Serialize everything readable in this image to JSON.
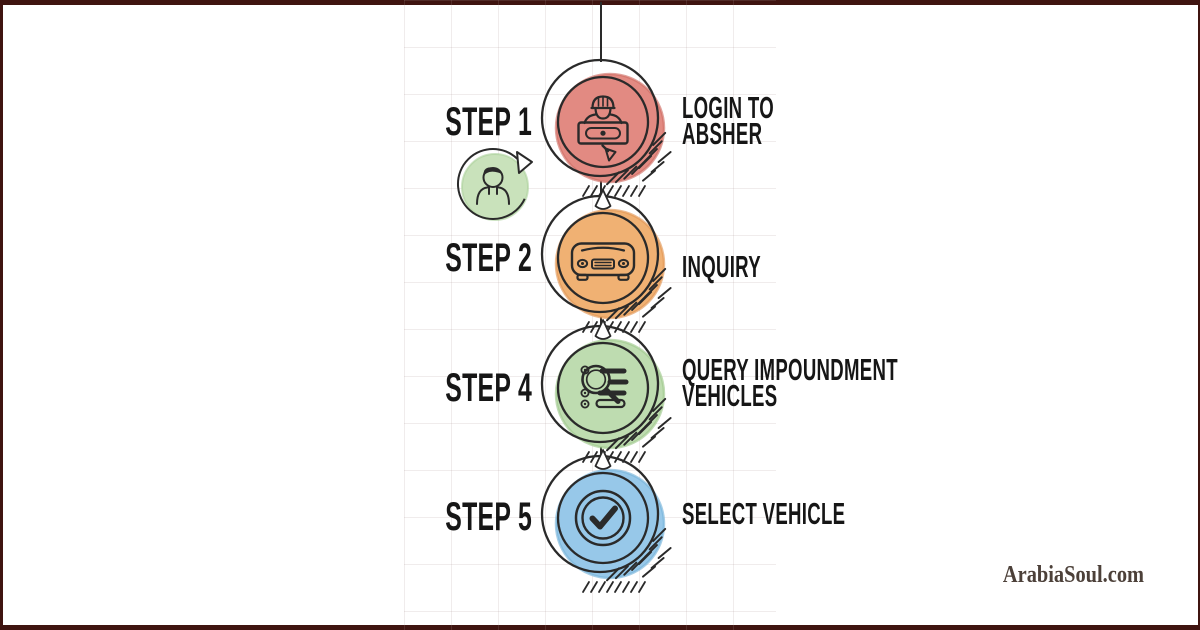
{
  "page": {
    "background": "#ffffff",
    "frame_color": "#3f1410",
    "ink_color": "#2a2a2a",
    "text_color": "#161616",
    "watermark": "ArabiaSoul.com",
    "watermark_color": "#4c4039"
  },
  "steps": [
    {
      "label": "STEP 1",
      "title_lines": [
        "LOGIN TO",
        "ABSHER"
      ],
      "color": "#e28a82",
      "edge": "#cf6e66",
      "icon": "login-id-card-icon"
    },
    {
      "label": "STEP 2",
      "title_lines": [
        "INQUIRY"
      ],
      "color": "#f0b173",
      "edge": "#e29754",
      "icon": "car-icon"
    },
    {
      "label": "STEP 4",
      "title_lines": [
        "QUERY IMPOUNDMENT",
        "VEHICLES"
      ],
      "color": "#bedcb0",
      "edge": "#a0c98e",
      "icon": "search-list-icon"
    },
    {
      "label": "STEP 5",
      "title_lines": [
        "SELECT VEHICLE"
      ],
      "color": "#97c8e9",
      "edge": "#77b3da",
      "icon": "check-circle-icon"
    }
  ],
  "avatar": {
    "color": "#c9e2bb",
    "edge": "#aad199",
    "icon": "person-refresh-icon"
  }
}
